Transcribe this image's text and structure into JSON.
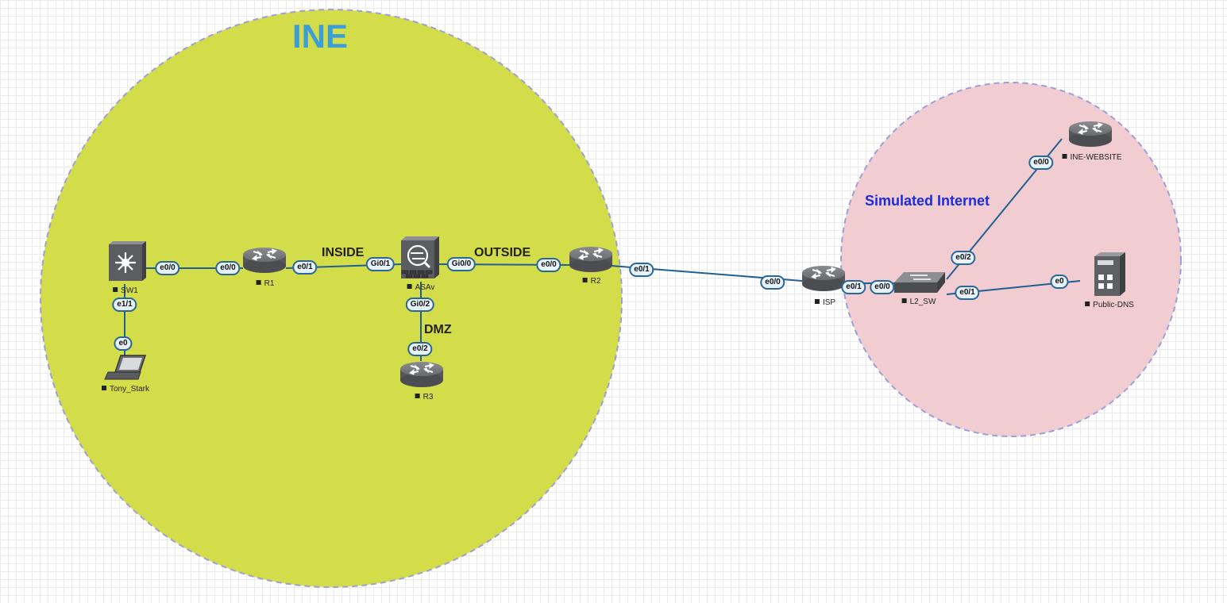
{
  "zones": {
    "ine": {
      "title": "INE",
      "fill": "#d3dd4a",
      "title_color": "#3b9ed6"
    },
    "internet": {
      "title": "Simulated Internet",
      "fill": "#f1cdd2",
      "title_color": "#1a2be0"
    },
    "border_color": "#9d9fd8"
  },
  "segments": {
    "inside": "INSIDE",
    "outside": "OUTSIDE",
    "dmz": "DMZ"
  },
  "nodes": {
    "sw1": {
      "label": "SW1",
      "icon": "layer3-switch-icon"
    },
    "r1": {
      "label": "R1",
      "icon": "router-icon"
    },
    "asav": {
      "label": "ASAv",
      "icon": "firewall-icon"
    },
    "r2": {
      "label": "R2",
      "icon": "router-icon"
    },
    "r3": {
      "label": "R3",
      "icon": "router-icon"
    },
    "tony": {
      "label": "Tony_Stark",
      "icon": "laptop-icon"
    },
    "isp": {
      "label": "ISP",
      "icon": "router-icon"
    },
    "l2sw": {
      "label": "L2_SW",
      "icon": "switch-icon"
    },
    "inew": {
      "label": "INE-WEBSITE",
      "icon": "router-icon"
    },
    "dns": {
      "label": "Public-DNS",
      "icon": "server-icon"
    }
  },
  "ports": {
    "sw1_e00": "e0/0",
    "r1_e00": "e0/0",
    "sw1_e11": "e1/1",
    "tony_e0": "e0",
    "r1_e01": "e0/1",
    "asav_gi01": "Gi0/1",
    "asav_gi00": "Gi0/0",
    "r2_e00": "e0/0",
    "asav_gi02": "Gi0/2",
    "r3_e02": "e0/2",
    "r2_e01": "e0/1",
    "isp_e00": "e0/0",
    "isp_e01": "e0/1",
    "l2sw_e00": "e0/0",
    "l2sw_e02": "e0/2",
    "inew_e00": "e0/0",
    "l2sw_e01": "e0/1",
    "dns_e0": "e0"
  },
  "colors": {
    "link": "#1f5f93",
    "device": "#5f6063"
  }
}
